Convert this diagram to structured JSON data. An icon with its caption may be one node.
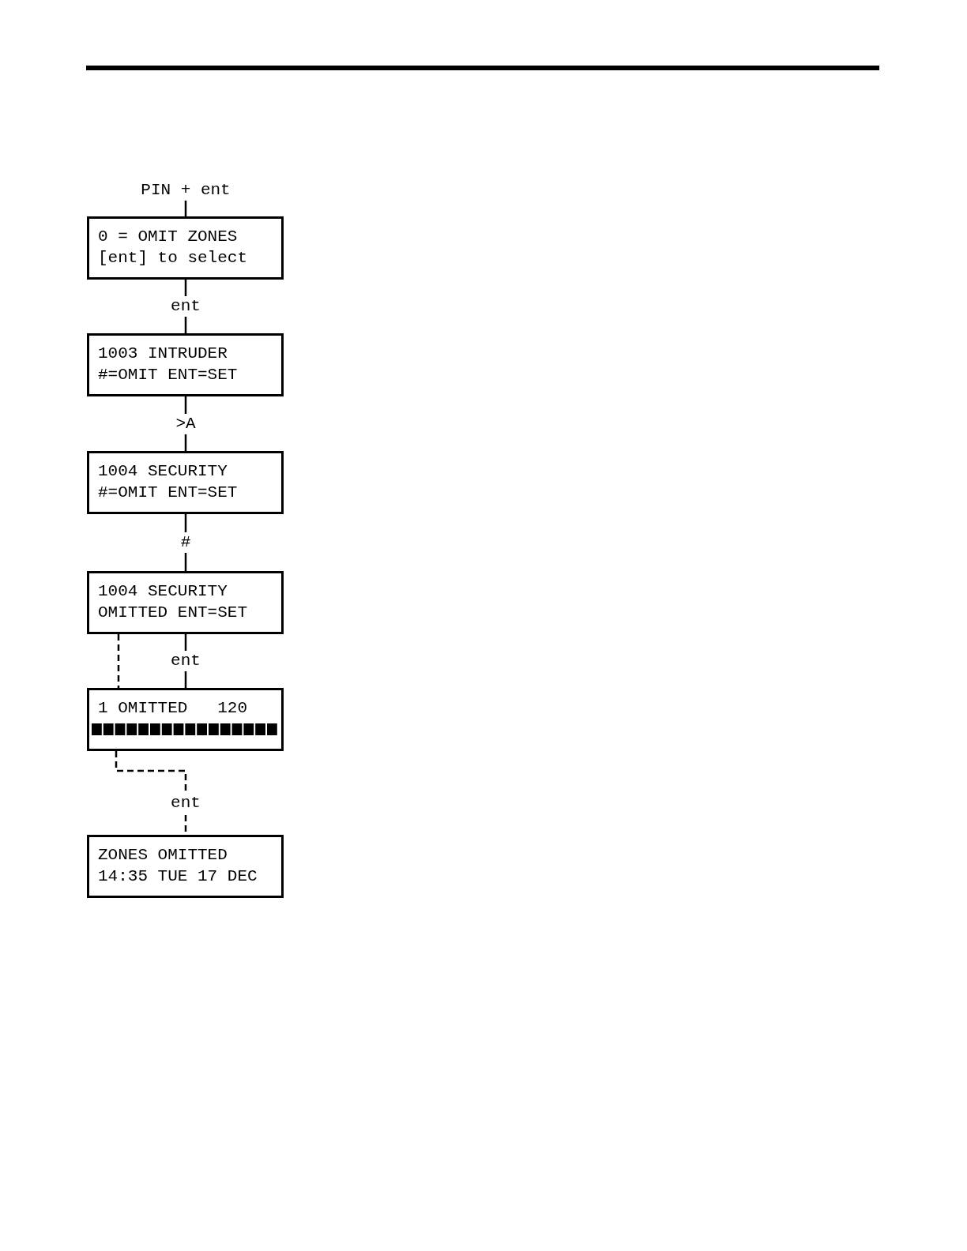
{
  "diagram": {
    "nodes": [
      {
        "text": [
          "PIN + ent"
        ]
      },
      {
        "text": [
          "0 = OMIT ZONES",
          "[ent] to select"
        ]
      },
      {
        "text": [
          "1003 INTRUDER",
          "#=OMIT ENT=SET"
        ]
      },
      {
        "text": [
          "1004 SECURITY",
          "#=OMIT ENT=SET"
        ]
      },
      {
        "text": [
          "1004 SECURITY",
          "OMITTED ENT=SET"
        ]
      },
      {
        "text": [
          "1 OMITTED   120"
        ]
      },
      {
        "text": [
          "ZONES OMITTED",
          "14:35 TUE 17 DEC"
        ]
      }
    ],
    "edges": [
      {
        "from": 0,
        "to": 1,
        "arrow": "none"
      },
      {
        "from": 1,
        "to": 2,
        "arrow": "none",
        "label": "ent"
      },
      {
        "from": 2,
        "to": 3,
        "arrow": "none",
        "label": ">A"
      },
      {
        "from": 3,
        "to": 4,
        "arrow": "none",
        "label": "#"
      },
      {
        "from": 4,
        "to": 5,
        "arrow": "none",
        "label": "ent"
      },
      {
        "from": 4,
        "to": 5,
        "arrow": "none",
        "style": "dashed"
      },
      {
        "from": 5,
        "to": 6,
        "arrow": "none",
        "style": "dashed",
        "label": "ent"
      }
    ]
  }
}
